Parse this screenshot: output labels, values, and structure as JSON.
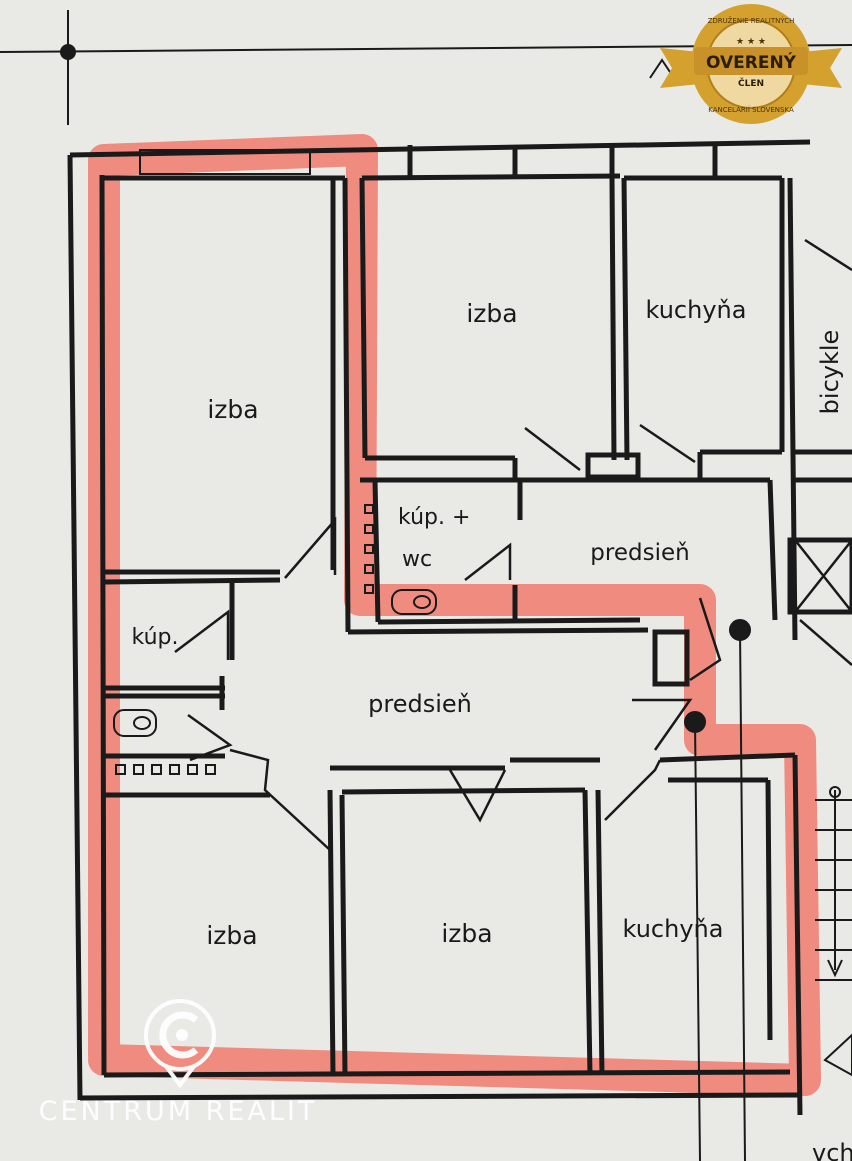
{
  "rooms": {
    "izba_top_left": "izba",
    "izba_top_middle": "izba",
    "kuchyna_top": "kuchyňa",
    "bicykle": "bicykle",
    "kupelna_wc_line1": "kúp. +",
    "kupelna_wc_line2": "wc",
    "predsien_upper": "predsieň",
    "kup_left": "kúp.",
    "predsien_center": "predsieň",
    "izba_bottom_left": "izba",
    "izba_bottom_middle": "izba",
    "kuchyna_bottom": "kuchyňa",
    "cut_bottom_right": "vch"
  },
  "badge": {
    "top_text": "ZDRUŽENIE REALITNÝCH",
    "main_text": "OVERENÝ",
    "sub_text": "ČLEN",
    "bottom_text": "KANCELÁRIÍ SLOVENSKA",
    "stars": "★ ★ ★"
  },
  "watermark": {
    "text": "CENTRUM REALIT"
  },
  "colors": {
    "paper": "#e9eae6",
    "wall_ink": "#1a1a1a",
    "highlight": "#f07a6c",
    "badge_gold": "#d4a12f",
    "watermark": "#ffffff"
  }
}
